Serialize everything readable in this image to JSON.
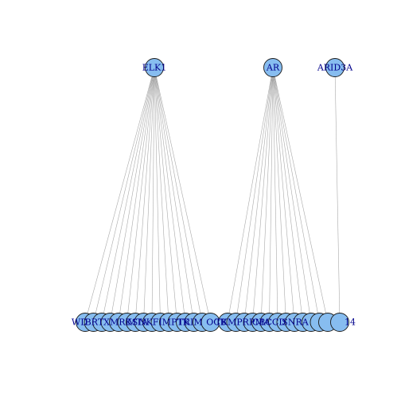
{
  "graph": {
    "node_fill": "#87bdf0",
    "node_stroke": "#1a1a1a",
    "edge_color": "#a9a9a9",
    "label_color": "#00008b",
    "top_nodes": [
      {
        "id": "elk",
        "label": "ELK1",
        "leaf_count": 16
      },
      {
        "id": "ar",
        "label": "AR",
        "leaf_count": 13
      },
      {
        "id": "arid3a",
        "label": "ARID3A",
        "leaf_count": 1
      }
    ],
    "leaf_first_label": "WD",
    "leaf_last_label": "14",
    "leaf_mid_labels": [
      "BRTXMRKS",
      "MTA",
      "NKFIMPTK",
      "TRIM",
      "OCB",
      "TKMPRPMA",
      "CBCCD",
      "SNRA"
    ]
  }
}
